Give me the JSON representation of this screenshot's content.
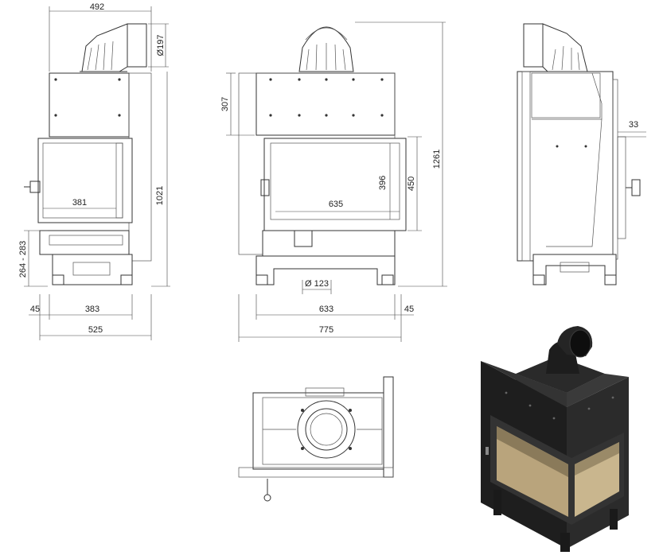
{
  "side_view": {
    "dim_top_width": "492",
    "dim_flue_diameter": "Ø197",
    "dim_glass_width": "381",
    "dim_height": "1021",
    "dim_base_height": "264 - 283",
    "dim_left_offset": "45",
    "dim_inner_width": "383",
    "dim_total_width": "525"
  },
  "front_view": {
    "dim_top_panel": "307",
    "dim_glass_width": "635",
    "dim_glass_height": "396",
    "dim_door_height": "450",
    "dim_total_height": "1261",
    "dim_air_inlet": "Ø 123",
    "dim_inner_width": "633",
    "dim_right_offset": "45",
    "dim_total_width": "775"
  },
  "right_view": {
    "dim_offset": "33"
  }
}
